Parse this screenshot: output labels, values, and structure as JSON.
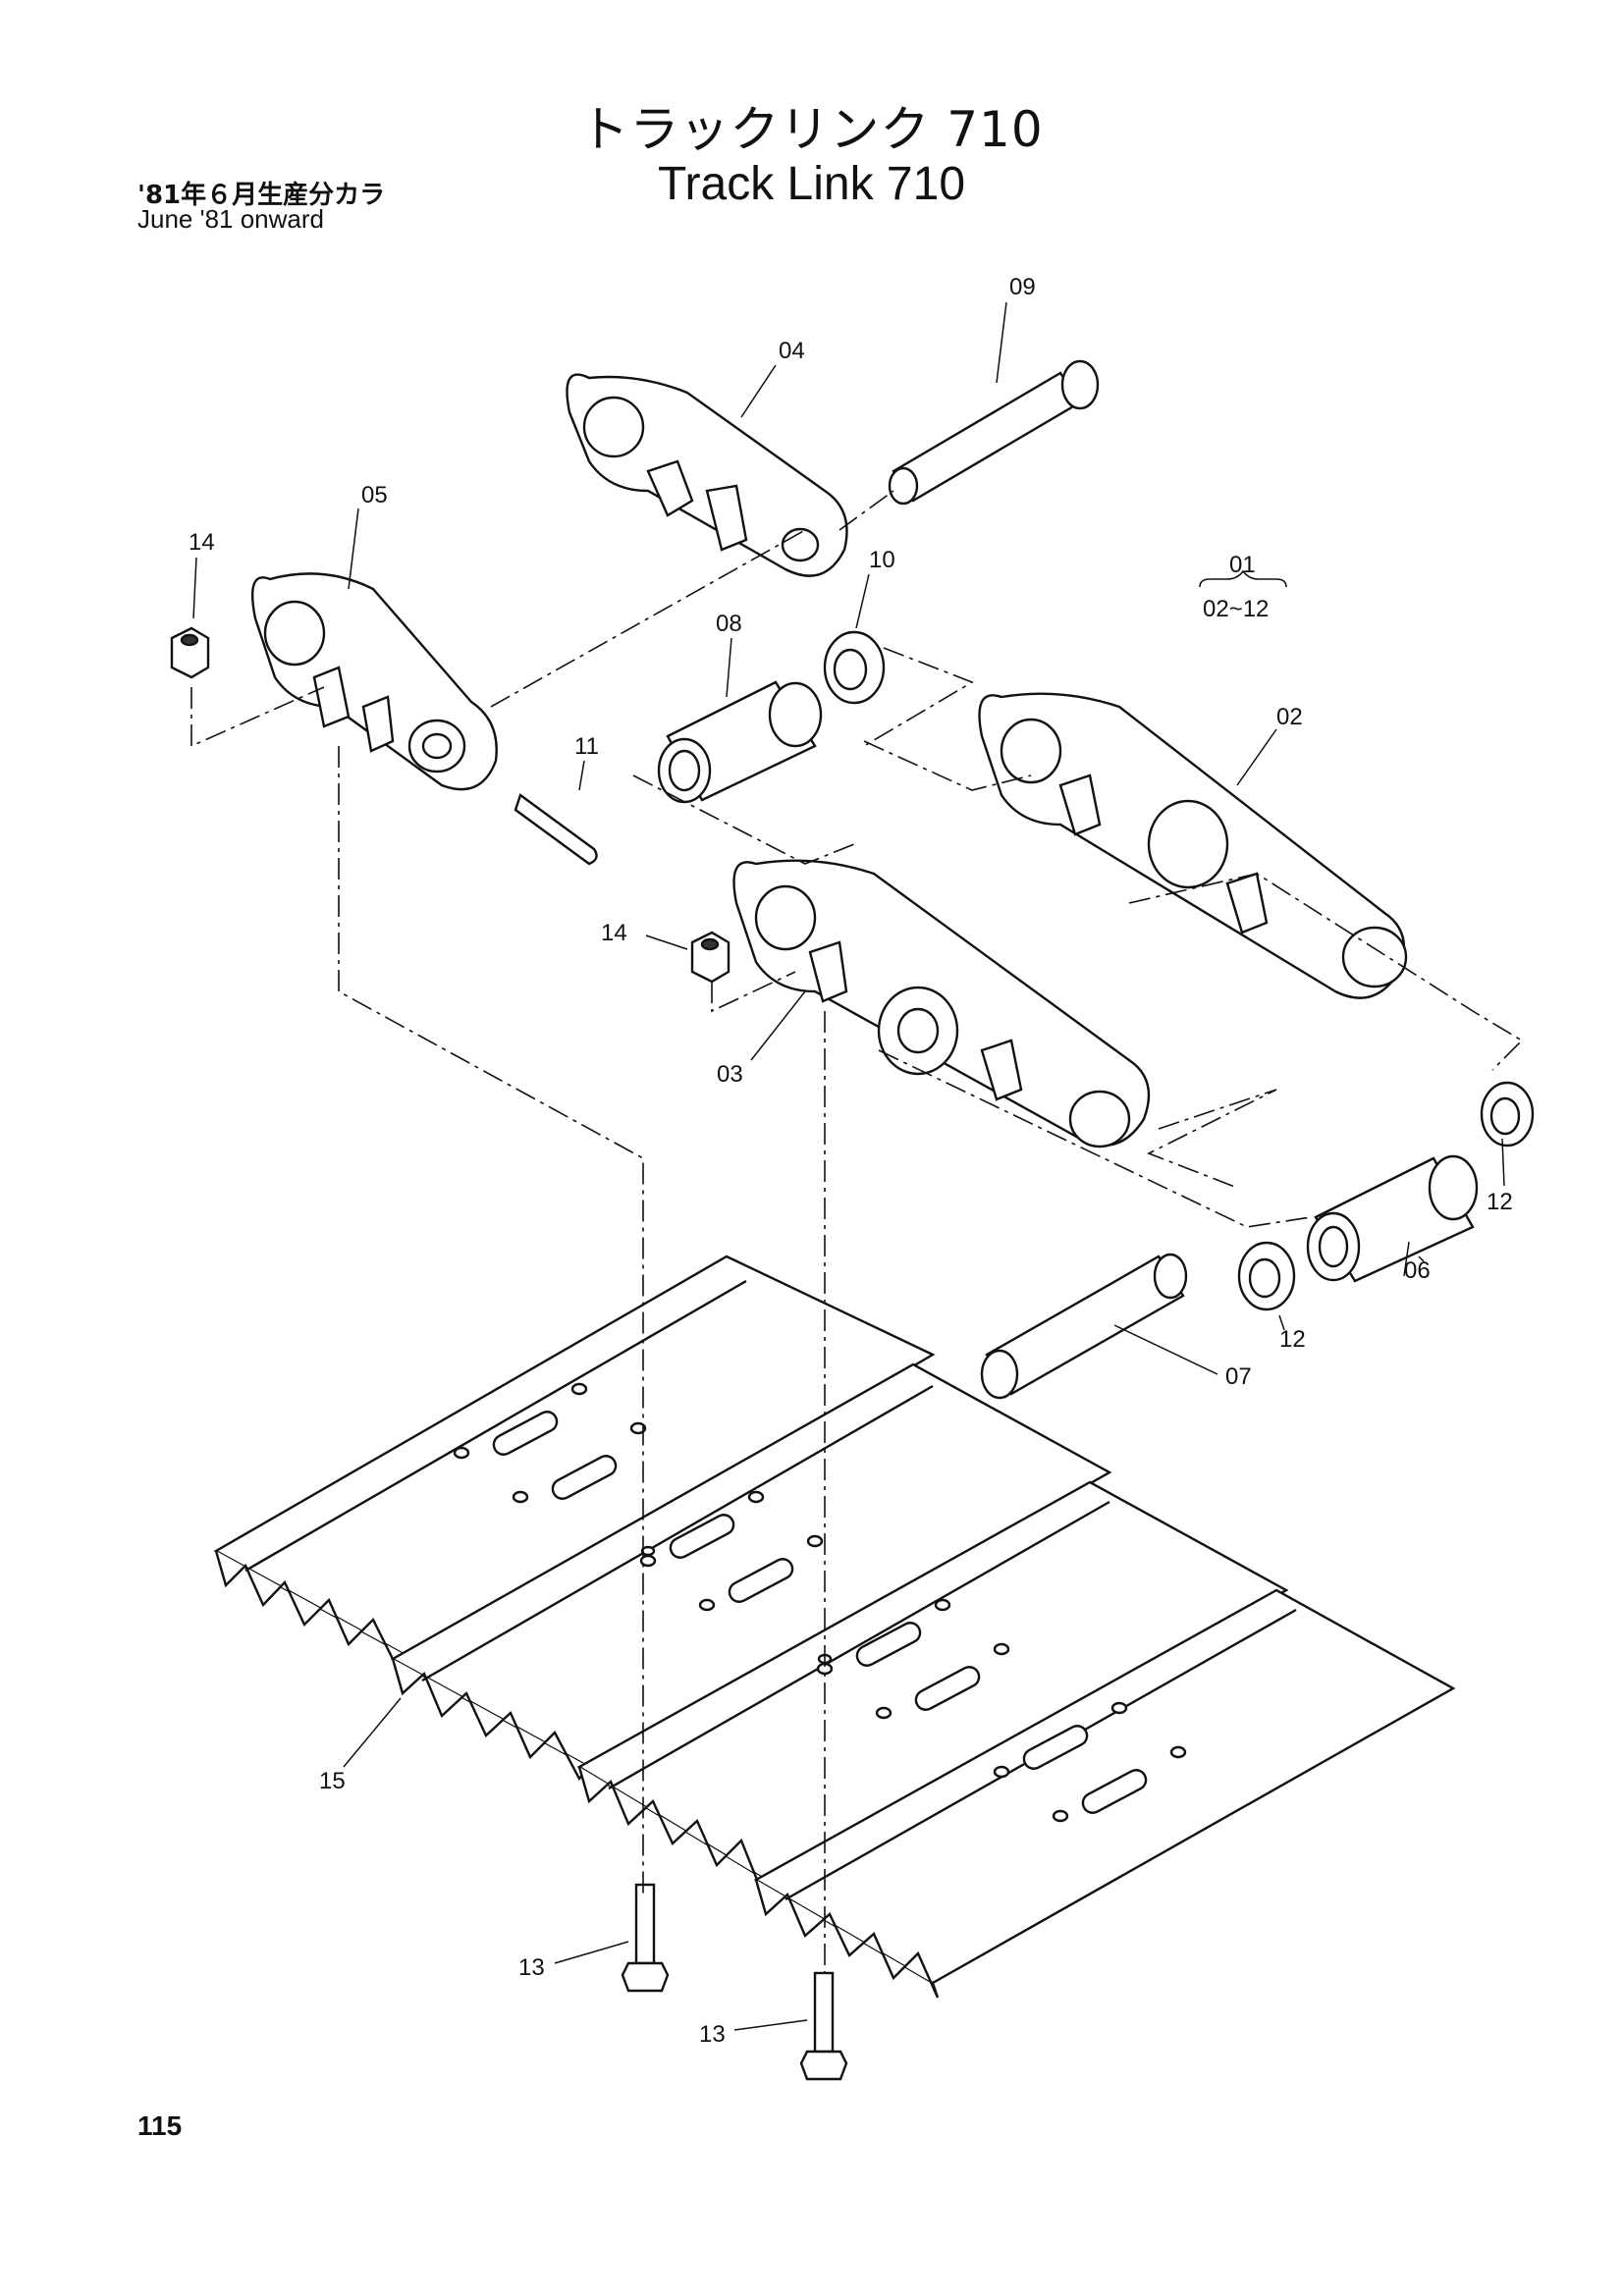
{
  "title": {
    "japanese": "トラックリンク 710",
    "english": "Track Link 710"
  },
  "note": {
    "japanese": "'81年６月生産分カラ",
    "english": "June '81 onward"
  },
  "assembly_label": {
    "parent": "01",
    "children": "02~12"
  },
  "callouts": [
    "09",
    "04",
    "05",
    "14",
    "10",
    "08",
    "11",
    "02",
    "14",
    "03",
    "12",
    "06",
    "12",
    "07",
    "15",
    "13",
    "13"
  ],
  "page_number": "115"
}
